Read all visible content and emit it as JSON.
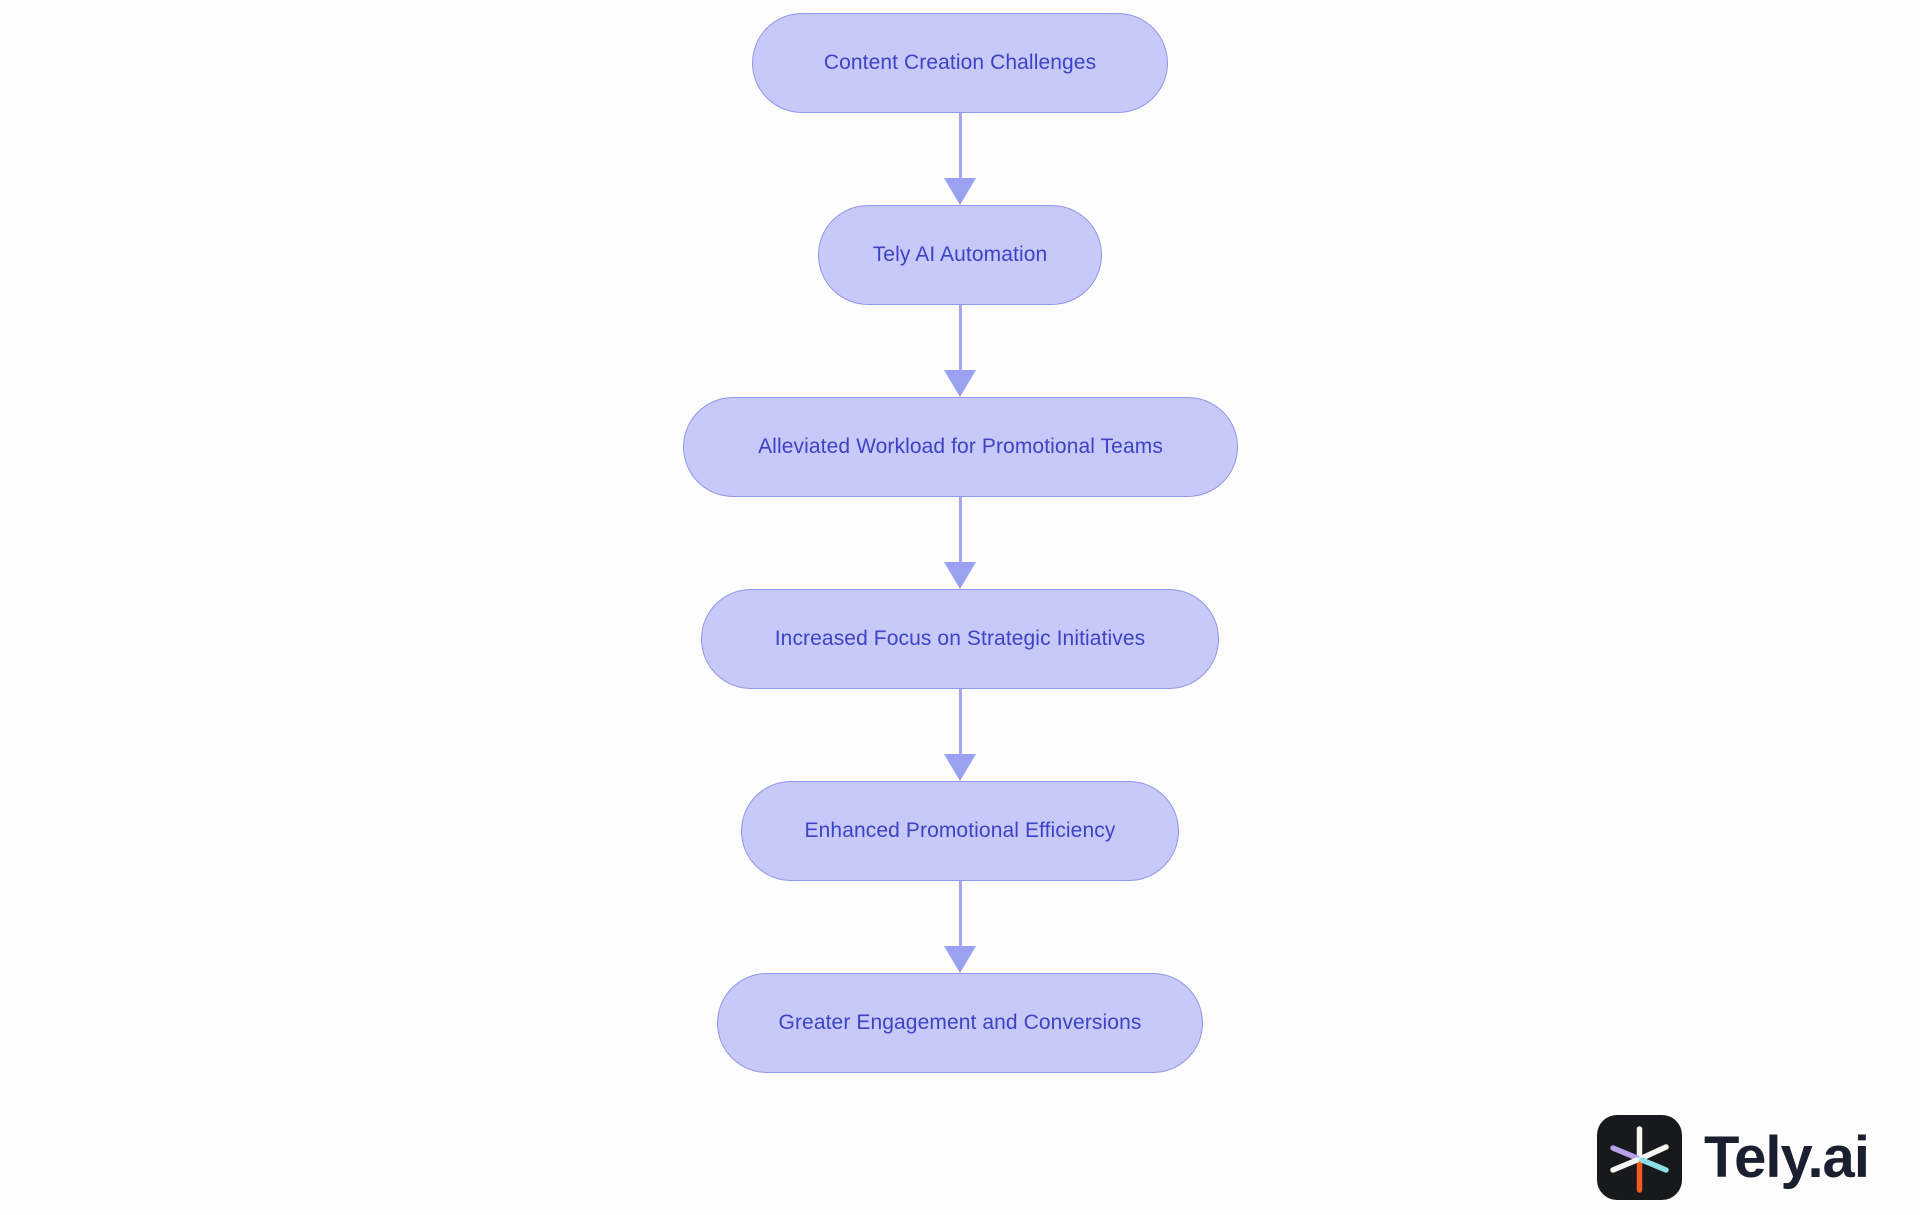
{
  "page": {
    "background_color": "#fdfdfd"
  },
  "diagram": {
    "type": "flowchart",
    "direction": "top-down",
    "nodes": [
      {
        "id": "n1",
        "label": "Content Creation Challenges"
      },
      {
        "id": "n2",
        "label": "Tely AI Automation"
      },
      {
        "id": "n3",
        "label": "Alleviated Workload for Promotional Teams"
      },
      {
        "id": "n4",
        "label": "Increased Focus on Strategic Initiatives"
      },
      {
        "id": "n5",
        "label": "Enhanced Promotional Efficiency"
      },
      {
        "id": "n6",
        "label": "Greater Engagement and Conversions"
      }
    ],
    "edges": [
      [
        "n1",
        "n2"
      ],
      [
        "n2",
        "n3"
      ],
      [
        "n3",
        "n4"
      ],
      [
        "n4",
        "n5"
      ],
      [
        "n5",
        "n6"
      ]
    ],
    "colors": {
      "node_fill": "#c7c9f8",
      "node_border": "#9298e9",
      "node_text": "#3d43c6",
      "arrow": "#9ba1f0"
    }
  },
  "branding": {
    "logo_text": "Tely.ai",
    "icon_name": "tely-asterisk-icon",
    "colors": {
      "icon_background": "#17191d",
      "spoke_top": "#f7f6f3",
      "spoke_bottom": "#f15b1d",
      "spoke_upper_left": "#b7a1ea",
      "spoke_lower_left": "#f7f6f3",
      "spoke_upper_right": "#f7f6f3",
      "spoke_lower_right": "#8edee8",
      "text": "#1a2030"
    }
  }
}
